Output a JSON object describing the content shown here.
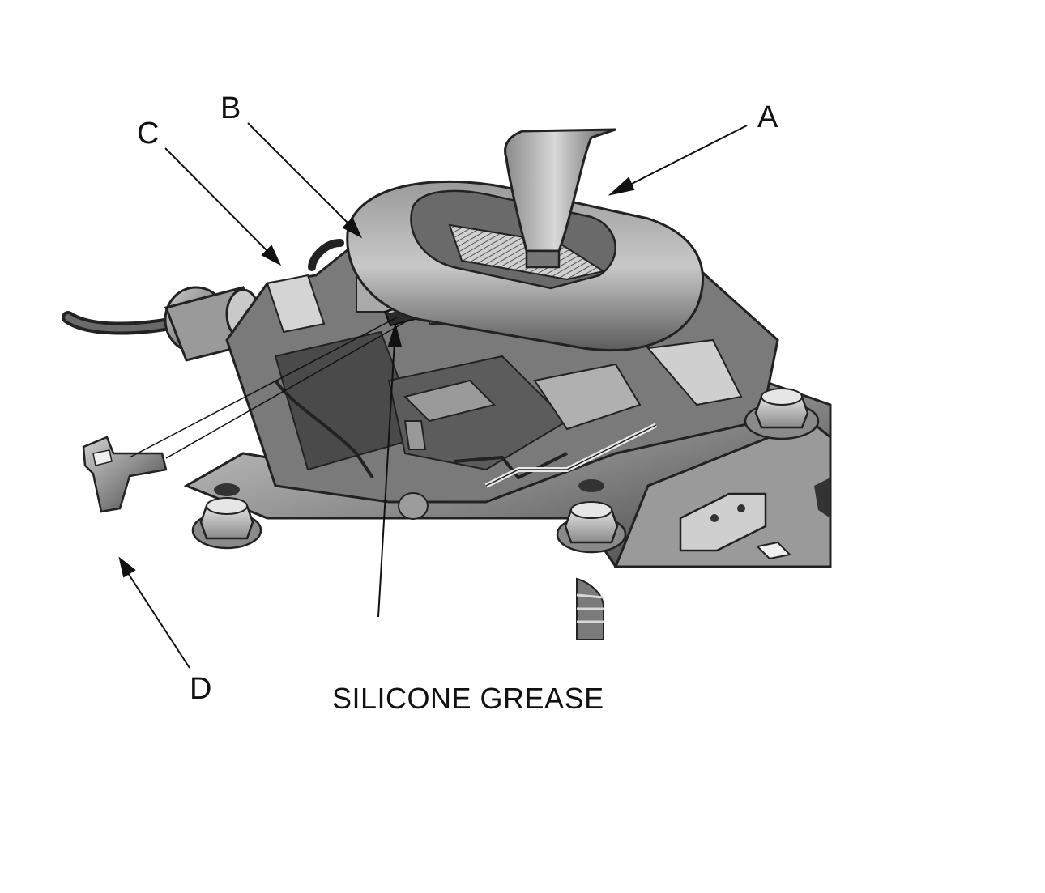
{
  "callouts": {
    "a": "A",
    "b": "B",
    "c": "C",
    "d": "D"
  },
  "caption": "SILICONE GREASE",
  "colors": {
    "line": "#111111",
    "part_dark": "#4a4a4a",
    "part_mid": "#7a7a7a",
    "part_light": "#b9b9b9",
    "part_highlight": "#e6e6e6"
  }
}
